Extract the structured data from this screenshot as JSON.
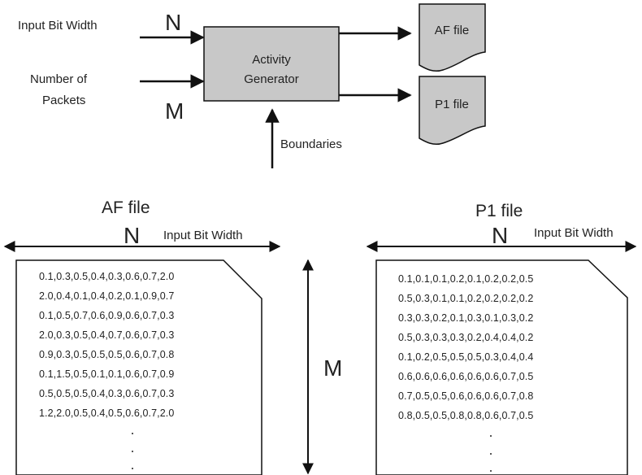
{
  "top": {
    "input_bit_width_label": "Input Bit Width",
    "n_label": "N",
    "packets_label_line1": "Number of",
    "packets_label_line2": "Packets",
    "m_label": "M",
    "generator_line1": "Activity",
    "generator_line2": "Generator",
    "boundaries_label": "Boundaries",
    "af_file_label": "AF file",
    "p1_file_label": "P1 file"
  },
  "af": {
    "title": "AF file",
    "n_label": "N",
    "width_label": "Input Bit Width",
    "rows": [
      "0.1,0.3,0.5,0.4,0.3,0.6,0.7,2.0",
      "2.0,0.4,0.1,0.4,0.2,0.1,0.9,0.7",
      "0.1,0.5,0.7,0.6,0.9,0.6,0.7,0.3",
      "2.0,0.3,0.5,0.4,0.7,0.6,0.7,0.3",
      "0.9,0.3,0.5,0.5,0.5,0.6,0.7,0.8",
      "0.1,1.5,0.5,0.1,0.1,0.6,0.7,0.9",
      "0.5,0.5,0.5,0.4,0.3,0.6,0.7,0.3",
      "1.2,2.0,0.5,0.4,0.5,0.6,0.7,2.0"
    ]
  },
  "m_between": "M",
  "p1": {
    "title": "P1 file",
    "n_label": "N",
    "width_label": "Input Bit Width",
    "rows": [
      "0.1,0.1,0.1,0.2,0.1,0.2,0.2,0.5",
      "0.5,0.3,0.1,0.1,0.2,0.2,0.2,0.2",
      "0.3,0.3,0.2,0.1,0.3,0.1,0.3,0.2",
      "0.5,0.3,0.3,0.3,0.2,0.4,0.4,0.2",
      "0.1,0.2,0.5,0.5,0.5,0.3,0.4,0.4",
      "0.6,0.6,0.6,0.6,0.6,0.6,0.7,0.5",
      "0.7,0.5,0.5,0.6,0.6,0.6,0.7,0.8",
      "0.8,0.5,0.5,0.8,0.8,0.6,0.7,0.5"
    ]
  },
  "colors": {
    "generator_fill": "#c8c8c8",
    "file_fill": "#c8c8c8",
    "stroke": "#111111"
  }
}
